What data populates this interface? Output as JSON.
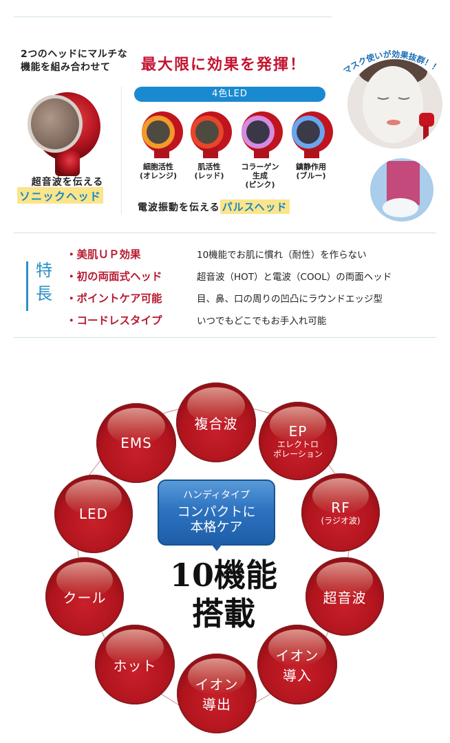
{
  "header": {
    "sub_line1": "2つのヘッドにマルチな",
    "sub_line2": "機能を組み合わせて",
    "main": "最大限に効果を発揮！"
  },
  "sonic_head": {
    "caption": "超音波を伝える",
    "highlight": "ソニックヘッド"
  },
  "led": {
    "title": "4色LED",
    "items": [
      {
        "name": "細胞活性",
        "color": "(オレンジ)",
        "ring": "#f59a2a"
      },
      {
        "name": "肌活性",
        "color": "(レッド)",
        "ring": "#e8452a"
      },
      {
        "name": "コラーゲン生成",
        "name_line1": "コラーゲン",
        "name_line2": "生成",
        "color": "(ピンク)",
        "ring": "#d58be0"
      },
      {
        "name": "鎮静作用",
        "color": "(ブルー)",
        "ring": "#6aa6f0"
      }
    ],
    "pulse_caption": "電波振動を伝える",
    "pulse_highlight": "パルスヘッド"
  },
  "mask": {
    "banner": "マスク使いが効果抜群！！"
  },
  "features": {
    "title_line1": "特",
    "title_line2": "長",
    "rows": [
      {
        "key": "・美肌ＵＰ効果",
        "value": "10機能でお肌に慣れ（耐性）を作らない"
      },
      {
        "key": "・初の両面式ヘッド",
        "value": "超音波（HOT）と電波（COOL）の両面ヘッド"
      },
      {
        "key": "・ポイントケア可能",
        "value": "目、鼻、口の周りの凹凸にラウンドエッジ型"
      },
      {
        "key": "・コードレスタイプ",
        "value": "いつでもどこでもお手入れ可能"
      }
    ]
  },
  "functions": {
    "bubble_small": "ハンディタイプ",
    "bubble_line1": "コンパクトに",
    "bubble_line2": "本格ケア",
    "title_line1": "10機能",
    "title_line2": "搭載",
    "spheres": [
      {
        "main": "複合波",
        "sub": ""
      },
      {
        "main": "EP",
        "sub": "エレクトロ ポレーション",
        "sub1": "エレクトロ",
        "sub2": "ポレーション"
      },
      {
        "main": "RF",
        "sub": "(ラジオ波)"
      },
      {
        "main": "超音波",
        "sub": ""
      },
      {
        "main": "イオン 導入",
        "main1": "イオン",
        "main2": "導入"
      },
      {
        "main": "イオン 導出",
        "main1": "イオン",
        "main2": "導出"
      },
      {
        "main": "ホット",
        "sub": ""
      },
      {
        "main": "クール",
        "sub": ""
      },
      {
        "main": "LED",
        "sub": ""
      },
      {
        "main": "EMS",
        "sub": ""
      }
    ]
  },
  "colors": {
    "accent_red": "#c4122f",
    "accent_blue": "#1a8ad0",
    "highlight_yellow": "#fbe58a",
    "sphere_red": "#b0141d"
  }
}
